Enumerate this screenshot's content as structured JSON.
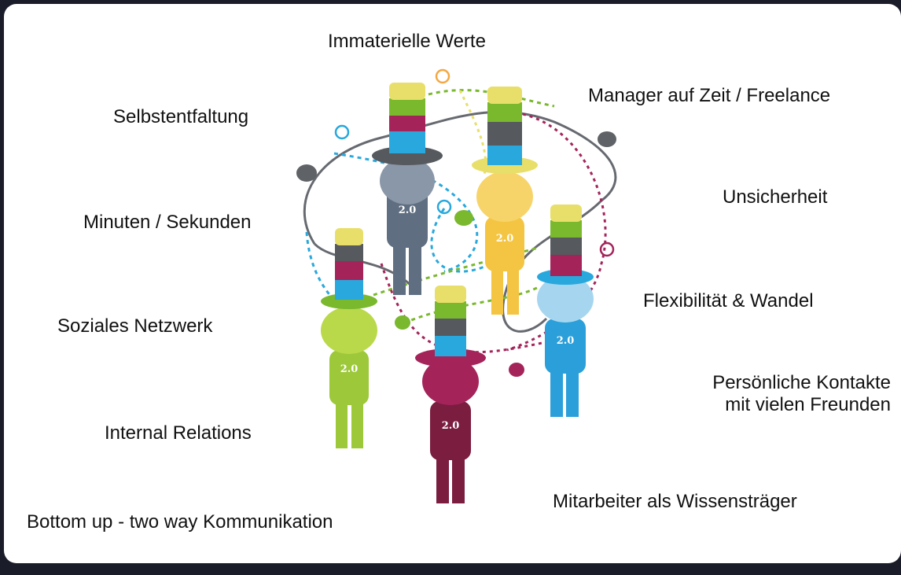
{
  "labels": {
    "immaterielle_werte": "Immaterielle Werte",
    "manager_auf_zeit": "Manager auf Zeit / Freelance",
    "selbstentfaltung": "Selbstentfaltung",
    "unsicherheit": "Unsicherheit",
    "minuten_sekunden": "Minuten / Sekunden",
    "flexibilitaet": "Flexibilität & Wandel",
    "soziales_netzwerk": "Soziales Netzwerk",
    "persoenliche_kontakte_1": "Persönliche Kontakte",
    "persoenliche_kontakte_2": "mit vielen Freunden",
    "internal_relations": "Internal Relations",
    "mitarbeiter": "Mitarbeiter als Wissensträger",
    "bottom_up": "Bottom up - two way Kommunikation"
  },
  "figures": {
    "badge": "2.0"
  },
  "colors": {
    "slide_bg": "#ffffff",
    "frame_bg": "#1b1c2a",
    "hat_yellow": "#e8df6a",
    "hat_green": "#7ab82e",
    "hat_magenta": "#a4245a",
    "hat_cyan": "#29a8dd",
    "hat_grey": "#56595e",
    "figure_grey": "#5f6e80",
    "figure_yellow": "#f4c542",
    "figure_green": "#9cc83a",
    "figure_blue": "#2b9fd9",
    "figure_maroon": "#7a1d3f"
  }
}
